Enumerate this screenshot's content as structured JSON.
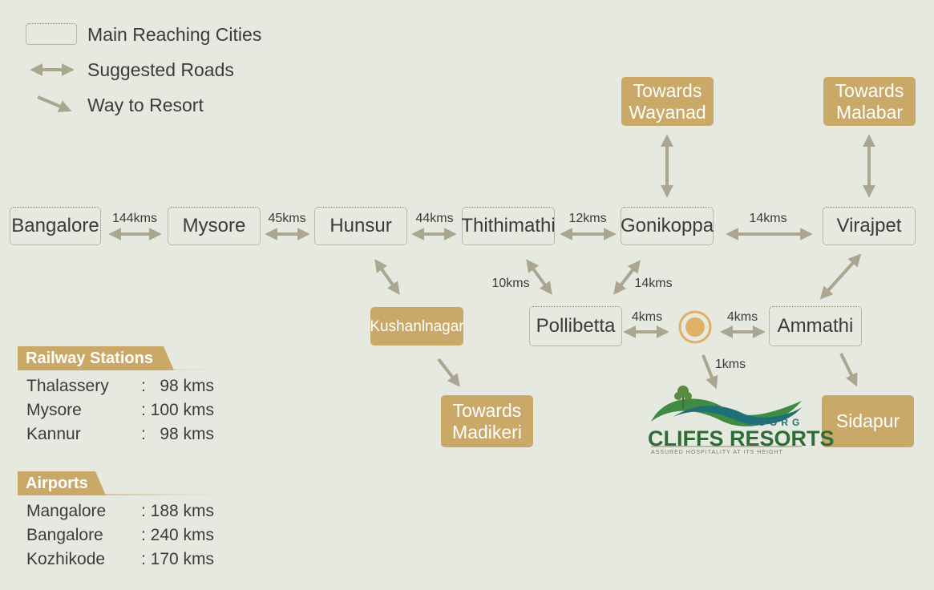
{
  "legend": {
    "main_cities": "Main Reaching Cities",
    "suggested_roads": "Suggested Roads",
    "way_to_resort": "Way to Resort"
  },
  "cities": {
    "bangalore": "Bangalore",
    "mysore": "Mysore",
    "hunsur": "Hunsur",
    "thithimathi": "Thithimathi",
    "gonikoppa": "Gonikoppa",
    "virajpet": "Virajpet",
    "pollibetta": "Pollibetta",
    "ammathi": "Ammathi"
  },
  "destinations": {
    "wayanad": "Towards\nWayanad",
    "malabar": "Towards\nMalabar",
    "kushalnagar": "Kushanlnagar",
    "madikeri": "Towards\nMadikeri",
    "sidapur": "Sidapur"
  },
  "distances": {
    "bangalore_mysore": "144kms",
    "mysore_hunsur": "45kms",
    "hunsur_thithimathi": "44kms",
    "thithimathi_gonikoppa": "12kms",
    "gonikoppa_virajpet": "14kms",
    "thithimathi_pollibetta": "10kms",
    "gonikoppa_pollibetta": "14kms",
    "pollibetta_resort": "4kms",
    "resort_ammathi": "4kms",
    "resort_logo": "1kms"
  },
  "railway": {
    "title": "Railway Stations",
    "rows": [
      {
        "name": "Thalassery",
        "value": ":   98 kms"
      },
      {
        "name": "Mysore",
        "value": ": 100 kms"
      },
      {
        "name": "Kannur",
        "value": ":   98 kms"
      }
    ]
  },
  "airports": {
    "title": "Airports",
    "rows": [
      {
        "name": "Mangalore",
        "value": ": 188 kms"
      },
      {
        "name": "Bangalore",
        "value": ": 240 kms"
      },
      {
        "name": "Kozhikode",
        "value": ": 170 kms"
      }
    ]
  },
  "logo": {
    "coorg": "COORG",
    "name": "CLIFFS RESORTS",
    "tagline": "ASSURED HOSPITALITY AT ITS HEIGHT"
  },
  "colors": {
    "background": "#e6e9df",
    "arrow": "#aaa68f",
    "destination": "#c9a868",
    "resort_marker": "#e0b067"
  }
}
